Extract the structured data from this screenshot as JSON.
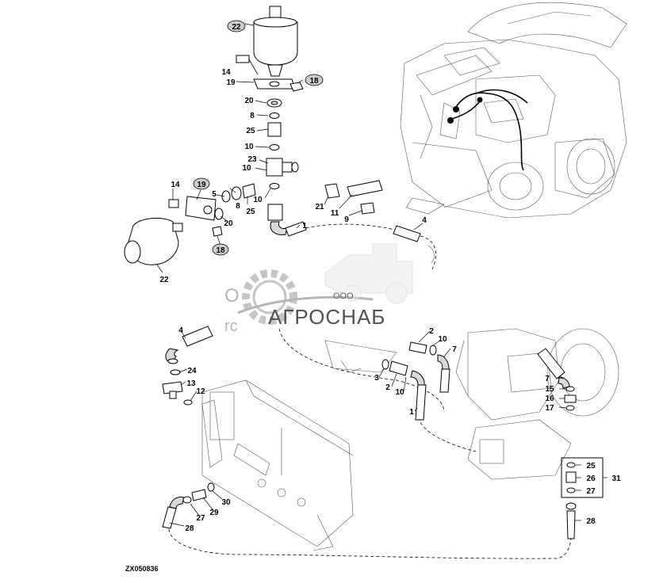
{
  "figure": {
    "code": "ZX050836"
  },
  "watermark": {
    "prefix": "ООО",
    "brand": "АГРОСНАБ",
    "ghost_letters_1": "O",
    "ghost_letters_2": "rc"
  },
  "callouts": {
    "c22_top": "22",
    "c14_top": "14",
    "c19_top": "19",
    "c18_top": "18",
    "c20_top": "20",
    "c8_top": "8",
    "c25_top": "25",
    "c10_a": "10",
    "c23": "23",
    "c10_b": "10",
    "c10_c": "10",
    "c14_left": "14",
    "c19_left": "19",
    "c5": "5",
    "c8_left": "8",
    "c25_left": "25",
    "c20_left": "20",
    "c18_left": "18",
    "c22_left": "22",
    "c1_top": "1",
    "c21": "21",
    "c11": "11",
    "c9": "9",
    "c4_top": "4",
    "c4_mid": "4",
    "c24": "24",
    "c13": "13",
    "c12": "12",
    "c2_top": "2",
    "c10_mid": "10",
    "c7_mid": "7",
    "c3": "3",
    "c2_mid": "2",
    "c10_low": "10",
    "c1_mid": "1",
    "c7_right": "7",
    "c15": "15",
    "c16": "16",
    "c17": "17",
    "c25_right": "25",
    "c26": "26",
    "c27_right": "27",
    "c31": "31",
    "c28_right": "28",
    "c30": "30",
    "c29": "29",
    "c27_left": "27",
    "c28_left": "28"
  }
}
